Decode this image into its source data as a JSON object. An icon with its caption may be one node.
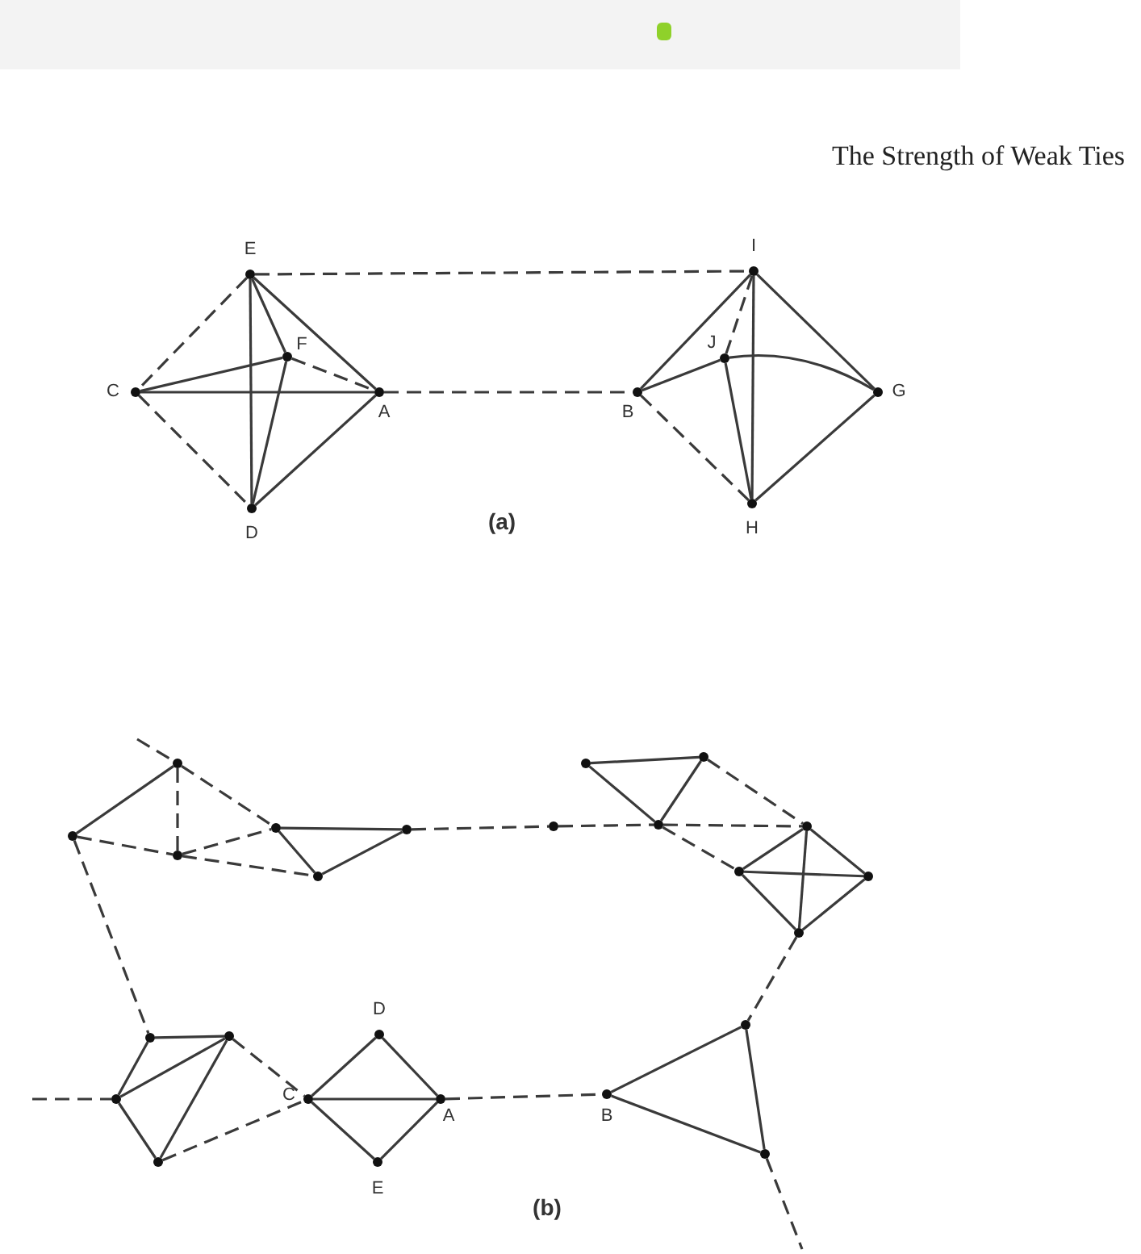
{
  "diagram": {
    "title": "The Strength of Weak Ties",
    "nodes": [
      {
        "text": [],
        "shape": "circle",
        "beside": [
          "E"
        ]
      },
      {
        "text": [],
        "shape": "circle",
        "beside": [
          "F"
        ]
      },
      {
        "text": [],
        "shape": "circle",
        "beside": [
          "C"
        ]
      },
      {
        "text": [],
        "shape": "circle",
        "beside": [
          "A"
        ]
      },
      {
        "text": [],
        "shape": "circle",
        "beside": [
          "D"
        ]
      },
      {
        "text": [],
        "shape": "circle",
        "beside": [
          "I"
        ]
      },
      {
        "text": [],
        "shape": "circle",
        "beside": [
          "J"
        ]
      },
      {
        "text": [],
        "shape": "circle",
        "beside": [
          "B"
        ]
      },
      {
        "text": [],
        "shape": "circle",
        "beside": [
          "G"
        ]
      },
      {
        "text": [],
        "shape": "circle",
        "beside": [
          "H"
        ]
      },
      {
        "text": [],
        "shape": "circle"
      },
      {
        "text": [],
        "shape": "circle"
      },
      {
        "text": [],
        "shape": "circle"
      },
      {
        "text": [],
        "shape": "circle"
      },
      {
        "text": [],
        "shape": "circle"
      },
      {
        "text": [],
        "shape": "circle"
      },
      {
        "text": [],
        "shape": "circle"
      },
      {
        "text": [],
        "shape": "circle"
      },
      {
        "text": [],
        "shape": "circle"
      },
      {
        "text": [],
        "shape": "circle"
      },
      {
        "text": [],
        "shape": "circle"
      },
      {
        "text": [],
        "shape": "circle"
      },
      {
        "text": [],
        "shape": "circle"
      },
      {
        "text": [],
        "shape": "circle"
      },
      {
        "text": [],
        "shape": "circle"
      },
      {
        "text": [],
        "shape": "circle",
        "beside": [
          "D"
        ]
      },
      {
        "text": [],
        "shape": "circle"
      },
      {
        "text": [],
        "shape": "circle"
      },
      {
        "text": [],
        "shape": "circle"
      },
      {
        "text": [],
        "shape": "circle",
        "beside": [
          "C"
        ]
      },
      {
        "text": [],
        "shape": "circle",
        "beside": [
          "A"
        ]
      },
      {
        "text": [],
        "shape": "circle",
        "beside": [
          "B"
        ]
      },
      {
        "text": [],
        "shape": "circle"
      },
      {
        "text": [],
        "shape": "circle"
      },
      {
        "text": [],
        "shape": "circle",
        "beside": [
          "E"
        ]
      }
    ],
    "edges": [
      {
        "from": 0,
        "to": 5,
        "arrow": "none",
        "style": "dashed"
      },
      {
        "from": 0,
        "to": 2,
        "arrow": "none",
        "style": "dashed"
      },
      {
        "from": 0,
        "to": 3,
        "arrow": "none"
      },
      {
        "from": 0,
        "to": 1,
        "arrow": "none"
      },
      {
        "from": 0,
        "to": 4,
        "arrow": "none"
      },
      {
        "from": 2,
        "to": 1,
        "arrow": "none"
      },
      {
        "from": 2,
        "to": 3,
        "arrow": "none"
      },
      {
        "from": 1,
        "to": 3,
        "arrow": "none",
        "style": "dashed"
      },
      {
        "from": 1,
        "to": 4,
        "arrow": "none"
      },
      {
        "from": 2,
        "to": 4,
        "arrow": "none",
        "style": "dashed"
      },
      {
        "from": 4,
        "to": 3,
        "arrow": "none"
      },
      {
        "from": 3,
        "to": 7,
        "arrow": "none",
        "style": "dashed"
      },
      {
        "from": 5,
        "to": 6,
        "arrow": "none",
        "style": "dashed"
      },
      {
        "from": 5,
        "to": 7,
        "arrow": "none"
      },
      {
        "from": 5,
        "to": 9,
        "arrow": "none"
      },
      {
        "from": 5,
        "to": 8,
        "arrow": "none"
      },
      {
        "from": 7,
        "to": 6,
        "arrow": "none"
      },
      {
        "from": 6,
        "to": 8,
        "arrow": "none"
      },
      {
        "from": 6,
        "to": 9,
        "arrow": "none"
      },
      {
        "from": 7,
        "to": 9,
        "arrow": "none",
        "style": "dashed"
      },
      {
        "from": 9,
        "to": 8,
        "arrow": "none"
      },
      {
        "from": null,
        "to": 10,
        "arrow": "none",
        "style": "dashed"
      },
      {
        "from": 13,
        "to": 10,
        "arrow": "none"
      },
      {
        "from": 10,
        "to": 19,
        "arrow": "none",
        "style": "dashed"
      },
      {
        "from": 10,
        "to": 14,
        "arrow": "none",
        "style": "dashed"
      },
      {
        "from": 13,
        "to": 19,
        "arrow": "none",
        "style": "dashed"
      },
      {
        "from": 19,
        "to": 14,
        "arrow": "none",
        "style": "dashed"
      },
      {
        "from": 19,
        "to": 20,
        "arrow": "none",
        "style": "dashed"
      },
      {
        "from": 14,
        "to": 15,
        "arrow": "none"
      },
      {
        "from": 14,
        "to": 20,
        "arrow": "none"
      },
      {
        "from": 20,
        "to": 15,
        "arrow": "none"
      },
      {
        "from": 15,
        "to": 16,
        "arrow": "none",
        "style": "dashed"
      },
      {
        "from": 16,
        "to": 17,
        "arrow": "none",
        "style": "dashed"
      },
      {
        "from": 11,
        "to": 12,
        "arrow": "none"
      },
      {
        "from": 11,
        "to": 17,
        "arrow": "none"
      },
      {
        "from": 12,
        "to": 17,
        "arrow": "none"
      },
      {
        "from": 12,
        "to": 18,
        "arrow": "none",
        "style": "dashed"
      },
      {
        "from": 17,
        "to": 18,
        "arrow": "none",
        "style": "dashed"
      },
      {
        "from": 17,
        "to": 21,
        "arrow": "none",
        "style": "dashed"
      },
      {
        "from": 18,
        "to": 21,
        "arrow": "none"
      },
      {
        "from": 18,
        "to": 22,
        "arrow": "none"
      },
      {
        "from": 18,
        "to": 23,
        "arrow": "none"
      },
      {
        "from": 21,
        "to": 22,
        "arrow": "none"
      },
      {
        "from": 21,
        "to": 23,
        "arrow": "none"
      },
      {
        "from": 22,
        "to": 23,
        "arrow": "none"
      },
      {
        "from": 23,
        "to": 24,
        "arrow": "none",
        "style": "dashed"
      },
      {
        "from": 24,
        "to": 31,
        "arrow": "none"
      },
      {
        "from": 24,
        "to": 32,
        "arrow": "none"
      },
      {
        "from": 31,
        "to": 32,
        "arrow": "none"
      },
      {
        "from": 32,
        "to": null,
        "arrow": "none",
        "style": "dashed"
      },
      {
        "from": 13,
        "to": 26,
        "arrow": "none",
        "style": "dashed"
      },
      {
        "from": null,
        "to": 28,
        "arrow": "none",
        "style": "dashed"
      },
      {
        "from": 26,
        "to": 27,
        "arrow": "none"
      },
      {
        "from": 26,
        "to": 28,
        "arrow": "none"
      },
      {
        "from": 28,
        "to": 27,
        "arrow": "none"
      },
      {
        "from": 27,
        "to": 33,
        "arrow": "none"
      },
      {
        "from": 28,
        "to": 33,
        "arrow": "none"
      },
      {
        "from": 27,
        "to": 29,
        "arrow": "none",
        "style": "dashed"
      },
      {
        "from": 33,
        "to": 29,
        "arrow": "none",
        "style": "dashed"
      },
      {
        "from": 29,
        "to": 25,
        "arrow": "none"
      },
      {
        "from": 25,
        "to": 30,
        "arrow": "none"
      },
      {
        "from": 29,
        "to": 34,
        "arrow": "none"
      },
      {
        "from": 34,
        "to": 30,
        "arrow": "none"
      },
      {
        "from": 29,
        "to": 30,
        "arrow": "none"
      },
      {
        "from": 30,
        "to": 31,
        "arrow": "none",
        "style": "dashed"
      }
    ],
    "labels": [
      "(a)",
      "(b)"
    ]
  }
}
